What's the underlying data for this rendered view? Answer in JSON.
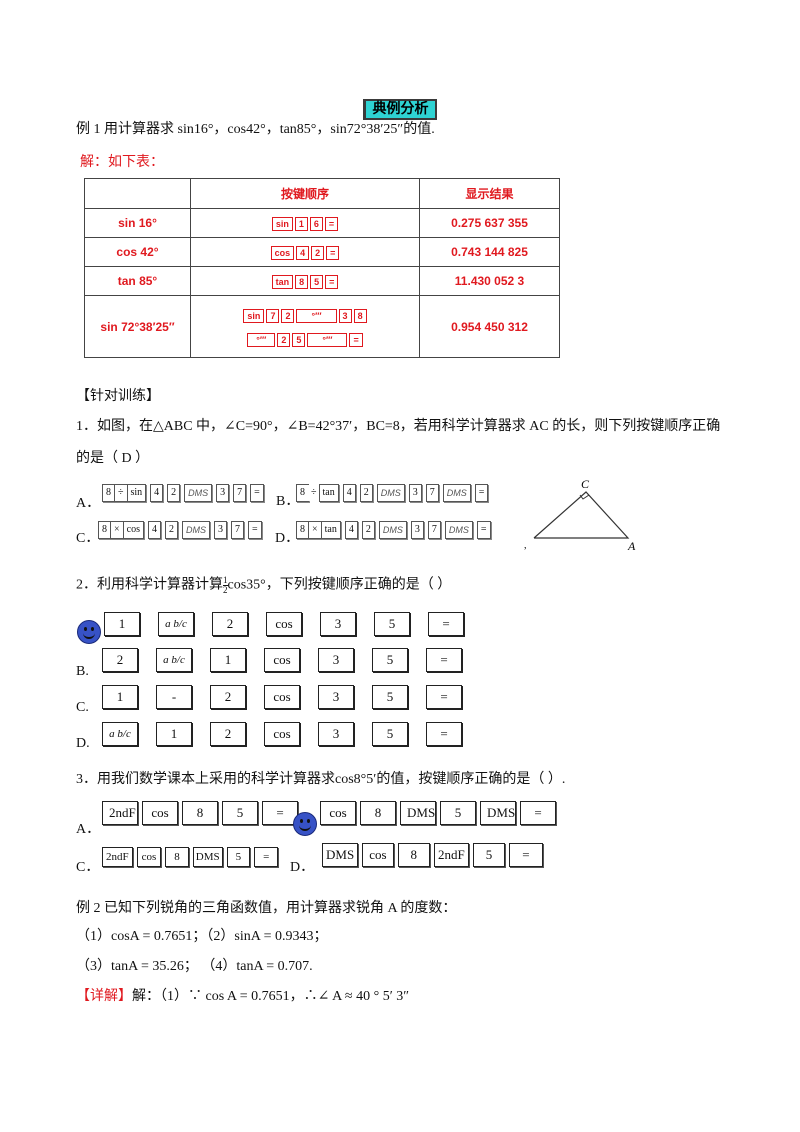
{
  "section_title": "典例分析",
  "example1": {
    "question": "例 1  用计算器求 sin16°，cos42°，tan85°，sin72°38′25″的值.",
    "answer_intro": "解：如下表：",
    "table": {
      "headers": [
        "按键顺序",
        "显示结果"
      ],
      "rows": [
        {
          "label": "sin 16°",
          "keys": [
            "sin",
            "1",
            "6",
            "="
          ],
          "result": "0.275 637 355"
        },
        {
          "label": "cos 42°",
          "keys": [
            "cos",
            "4",
            "2",
            "="
          ],
          "result": "0.743 144 825"
        },
        {
          "label": "tan 85°",
          "keys": [
            "tan",
            "8",
            "5",
            "="
          ],
          "result": "11.430 052 3"
        },
        {
          "label": "sin 72°38′25″",
          "keys_line1": [
            "sin",
            "7",
            "2",
            "°′″",
            "3",
            "8"
          ],
          "keys_line2": [
            "°′″",
            "2",
            "5",
            "°′″",
            "="
          ],
          "result": "0.954 450 312"
        }
      ]
    }
  },
  "practice": {
    "heading": "【针对训练】",
    "q1": {
      "text_line1": "1．如图，在△ABC 中，∠C=90°，∠B=42°37′，BC=8，若用科学计算器求 AC 的长，则下列按键顺序正确",
      "text_line2": "的是（    D    ）",
      "options": [
        {
          "letter": "A．",
          "keys": [
            "8",
            "÷",
            "sin",
            "4",
            "2",
            "DMS",
            "3",
            "7",
            "="
          ]
        },
        {
          "letter": "B．",
          "keys": [
            "8",
            "÷",
            "tan",
            "4",
            "2",
            "DMS",
            "3",
            "7",
            "DMS",
            "="
          ]
        },
        {
          "letter": "C．",
          "keys": [
            "8",
            "×",
            "cos",
            "4",
            "2",
            "DMS",
            "3",
            "7",
            "="
          ]
        },
        {
          "letter": "D．",
          "keys": [
            "8",
            "×",
            "tan",
            "4",
            "2",
            "DMS",
            "3",
            "7",
            "DMS",
            "="
          ]
        }
      ],
      "triangle_labels": {
        "c": "C",
        "a": "A",
        "b": ","
      }
    },
    "q2": {
      "text_pre": "2．利用科学计算器计算",
      "frac_num": "1",
      "frac_den": "2",
      "text_post": "cos35°，下列按键顺序正确的是（     ）",
      "options": [
        {
          "letter": "",
          "keys": [
            "1",
            "a b/c",
            "2",
            "cos",
            "3",
            "5",
            "="
          ]
        },
        {
          "letter": "B.",
          "keys": [
            "2",
            "a b/c",
            "1",
            "cos",
            "3",
            "5",
            "="
          ]
        },
        {
          "letter": "C.",
          "keys": [
            "1",
            "-",
            "2",
            "cos",
            "3",
            "5",
            "="
          ]
        },
        {
          "letter": "D.",
          "keys": [
            "a b/c",
            "1",
            "2",
            "cos",
            "3",
            "5",
            "="
          ]
        }
      ]
    },
    "q3": {
      "text": "3．用我们数学课本上采用的科学计算器求cos8°5′的值，按键顺序正确的是（     ）.",
      "options": [
        {
          "letter": "A．",
          "keys": [
            "2ndF",
            "cos",
            "8",
            "5",
            "="
          ]
        },
        {
          "letter": "",
          "keys": [
            "cos",
            "8",
            "DMS",
            "5",
            "DMS",
            "="
          ]
        },
        {
          "letter": "C．",
          "keys": [
            "2ndF",
            "cos",
            "8",
            "DMS",
            "5",
            "="
          ]
        },
        {
          "letter": "D．",
          "keys": [
            "DMS",
            "cos",
            "8",
            "2ndF",
            "5",
            "="
          ]
        }
      ]
    }
  },
  "example2": {
    "question": "例 2  已知下列锐角的三角函数值，用计算器求锐角 A 的度数：",
    "item1": "（1）cosA = 0.7651；（2）sinA = 0.9343；",
    "item2": "（3）tanA = 35.26；  （4）tanA = 0.707.",
    "detail_label": "【详解】",
    "detail_text": "解：（1）∵ cos A = 0.7651，∴∠ A ≈ 40 ° 5′ 3″"
  }
}
